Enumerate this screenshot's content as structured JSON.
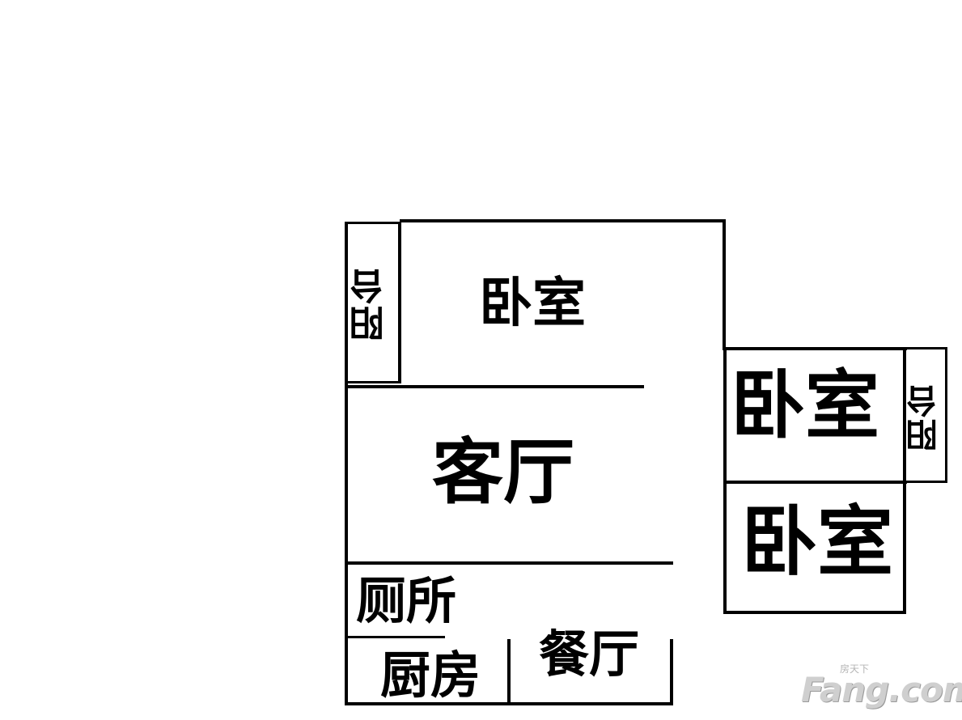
{
  "floor_plan": {
    "rooms": {
      "balcony_left": "阳台",
      "bedroom_top": "卧室",
      "living_room": "客厅",
      "bedroom_right_upper": "卧室",
      "balcony_right": "阳台",
      "bedroom_right_lower": "卧室",
      "toilet": "厕所",
      "kitchen": "厨房",
      "dining_room": "餐厅"
    }
  },
  "watermark": {
    "main": "Fang.com",
    "sub": "房天下"
  }
}
